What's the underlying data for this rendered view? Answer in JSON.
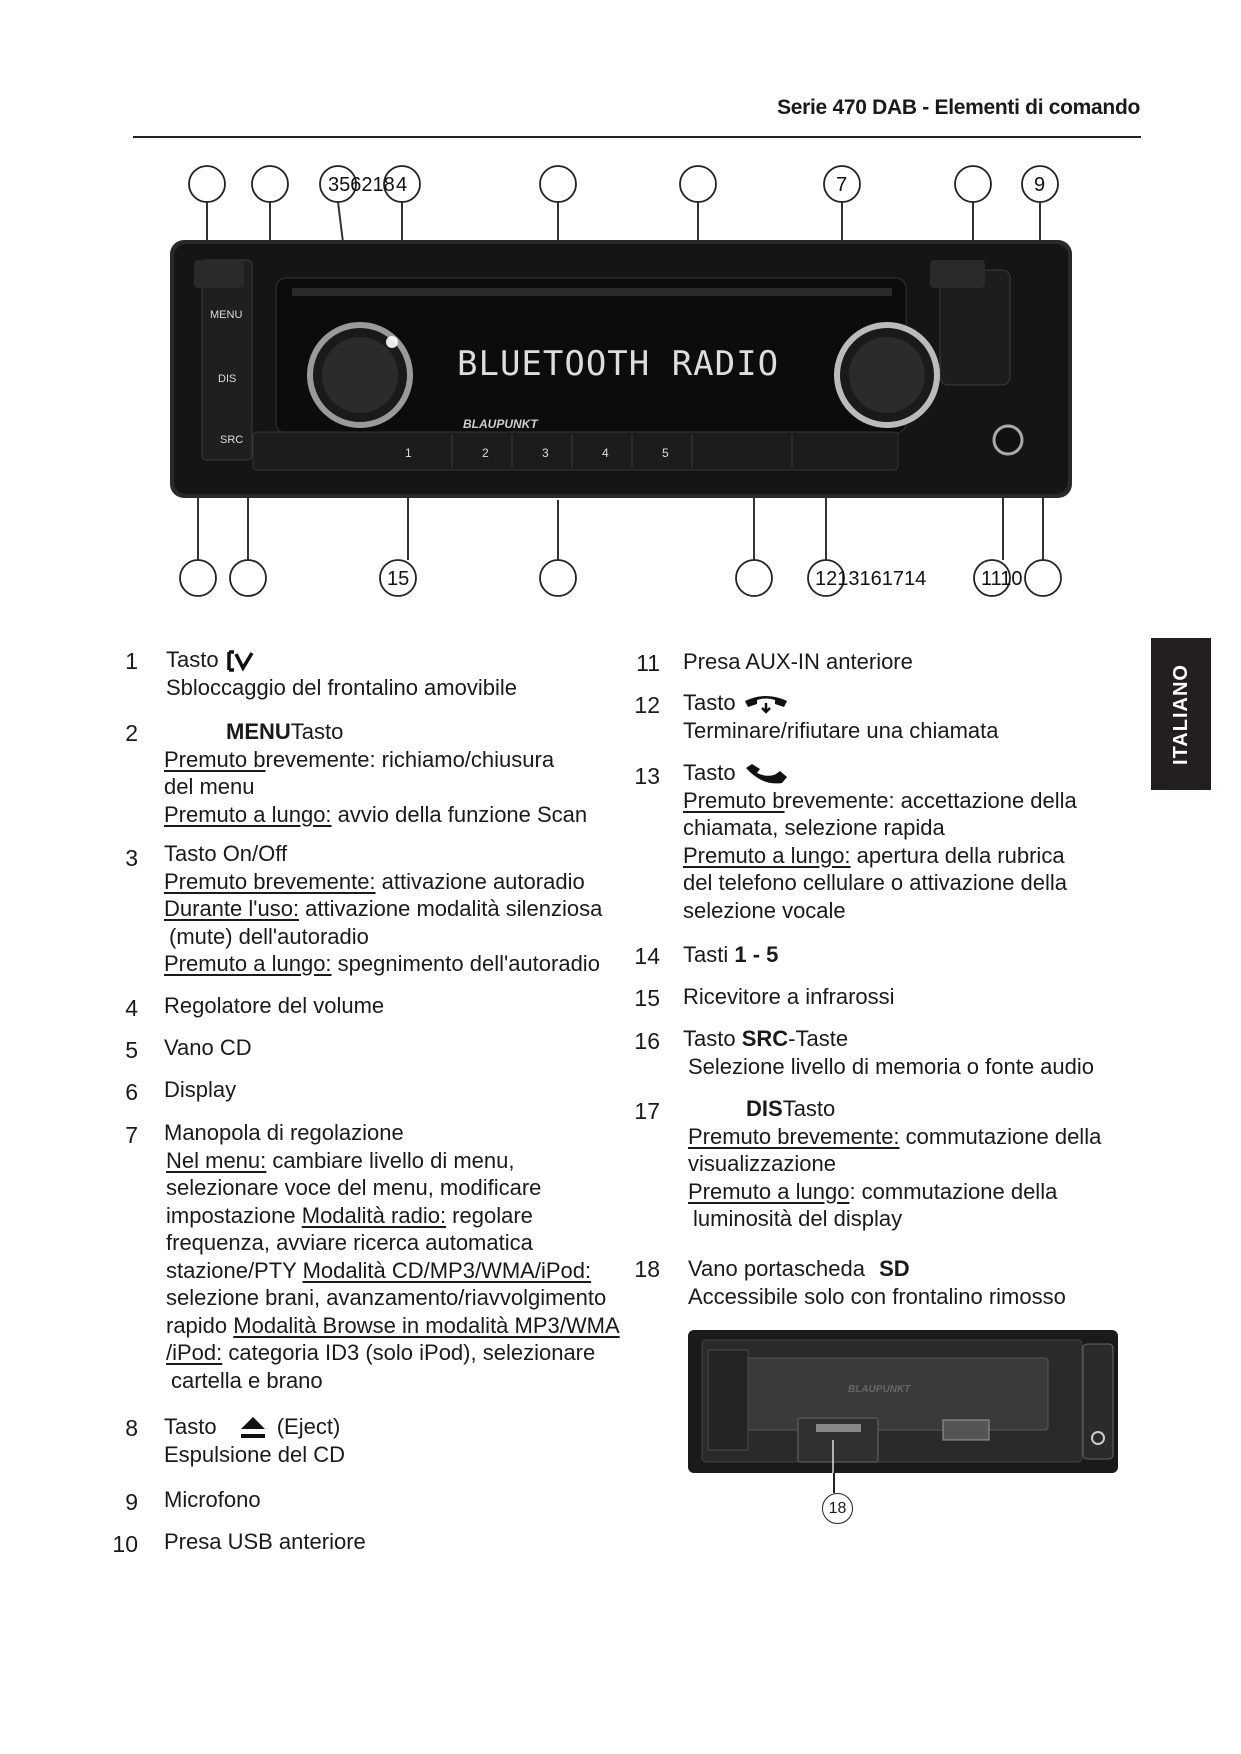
{
  "header": {
    "title": "Serie 470 DAB - Elementi di comando"
  },
  "side_tab": {
    "label": "ITALIANO"
  },
  "diagram": {
    "top_labels": [
      "356218",
      "4",
      "7",
      "9"
    ],
    "bottom_labels": [
      "15",
      "1213161714",
      "1110"
    ],
    "buttons_left": [
      "MENU",
      "DIS",
      "SRC"
    ],
    "display_text": "BLUETOOTH RADIO",
    "brand": "BLAUPUNKT",
    "keys": [
      "1",
      "2",
      "3",
      "4",
      "5"
    ]
  },
  "items_left": [
    {
      "num": "1",
      "lines": [
        "Tasto",
        "Sbloccaggio del frontalino amovibile"
      ]
    },
    {
      "num": "2",
      "title_bold": "MENU",
      "title_rest": "Tasto",
      "p1_u": "Premuto b",
      "p1_rest": "revemente: richiamo/chiusura",
      "p1_cont": "del menu",
      "p2_u": "Premuto a lungo:",
      "p2_rest": " avvio della funzione Scan"
    },
    {
      "num": "3",
      "title": "Tasto On/Off",
      "p1_u": "Premuto brevemente:",
      "p1_rest": " attivazione autoradio",
      "p2_u": "Durante l'uso:",
      "p2_rest": " attivazione modalità silenziosa",
      "p2_cont": "(mute) dell'autoradio",
      "p3_u": "Premuto a lungo:",
      "p3_rest": " spegnimento dell'autoradio"
    },
    {
      "num": "4",
      "text": "Regolatore del volume"
    },
    {
      "num": "5",
      "text": "Vano CD"
    },
    {
      "num": "6",
      "text": "Display"
    },
    {
      "num": "7",
      "title": "Manopola di regolazione",
      "l1_u": "Nel menu:",
      "l1_rest": " cambiare livello di menu,",
      "l2": "selezionare voce del menu, modificare",
      "l3_a": "impostazione ",
      "l3_u": "Modalità radio:",
      "l3_rest": " regolare",
      "l4": "frequenza, avviare ricerca automatica",
      "l5_a": "stazione/PTY ",
      "l5_u": "Modalità CD/MP3/WMA/iPod:",
      "l6": "selezione brani, avanzamento/riavvolgimento",
      "l7_a": "rapido ",
      "l7_u": "Modalità Browse in modalità MP3/WMA",
      "l8_u": "/iPod:",
      "l8_rest": " categoria ID3 (solo iPod), selezionare",
      "l9": "cartella e brano"
    },
    {
      "num": "8",
      "title_a": "Tasto",
      "title_b": "(Eject)",
      "line2": "Espulsione del CD"
    },
    {
      "num": "9",
      "text": "Microfono"
    },
    {
      "num": "10",
      "text": "Presa USB anteriore"
    }
  ],
  "items_right": [
    {
      "num": "11",
      "text": "Presa AUX-IN anteriore"
    },
    {
      "num": "12",
      "title": "Tasto",
      "line2": "Terminare/rifiutare una chiamata"
    },
    {
      "num": "13",
      "title": "Tasto",
      "p1_u": "Premuto b",
      "p1_rest": "revemente: accettazione della",
      "p1_cont": "chiamata, selezione rapida",
      "p2_u": "Premuto a lungo:",
      "p2_rest": " apertura della rubrica",
      "p2_cont1": "del telefono cellulare o attivazione della",
      "p2_cont2": "selezione vocale"
    },
    {
      "num": "14",
      "title": "Tasti",
      "title_bold": "1 - 5"
    },
    {
      "num": "15",
      "text": "Ricevitore a infrarossi"
    },
    {
      "num": "16",
      "title": "Tasto",
      "title_bold": "SRC",
      "title_rest": "-Taste",
      "line2": "Selezione livello di memoria o fonte audio"
    },
    {
      "num": "17",
      "title_bold": "DIS",
      "title_rest": "Tasto",
      "p1_u": "Premuto brevemente:",
      "p1_rest": " commutazione della",
      "p1_cont": "visualizzazione",
      "p2_u": "Premuto a lungo",
      "p2_rest": ": commutazione della",
      "p2_cont": "luminosità del display"
    },
    {
      "num": "18",
      "title": "Vano portascheda",
      "title_bold": "SD",
      "line2": "Accessibile solo con frontalino rimosso"
    }
  ],
  "photo": {
    "brand": "BLAUPUNKT",
    "callout": "18"
  }
}
